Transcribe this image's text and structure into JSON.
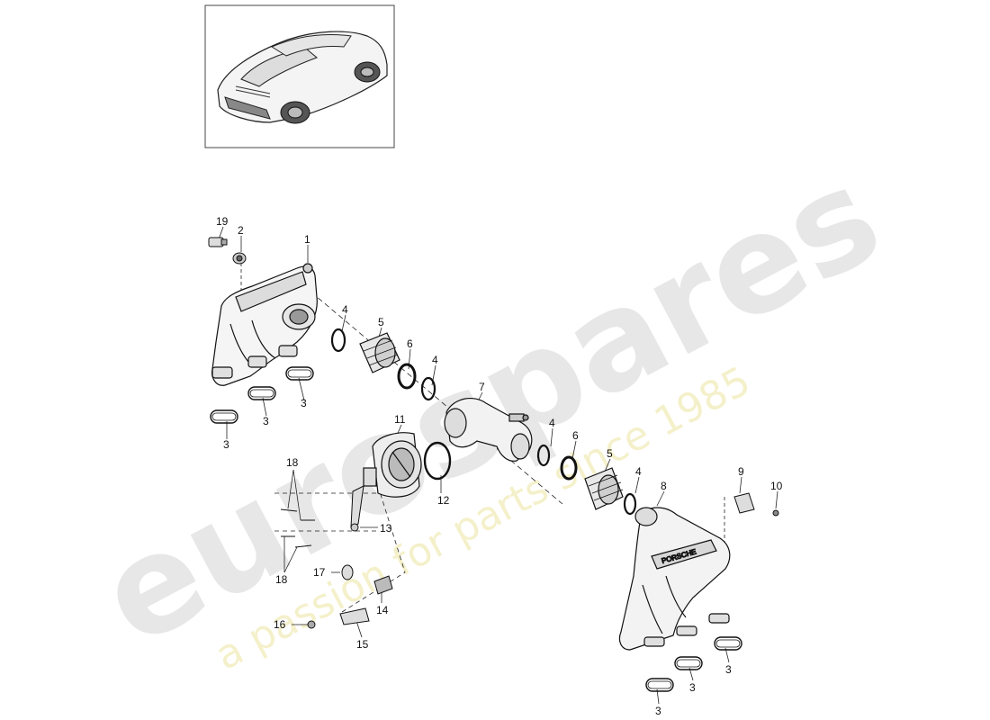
{
  "watermark": {
    "brand": "eurospares",
    "tagline": "a passion for parts since 1985",
    "brand_color": "#d8d8d8",
    "tagline_color": "#efeaa6"
  },
  "thumbnail": {
    "icon": "car-thumbnail-icon"
  },
  "callouts": {
    "c1": "1",
    "c2": "2",
    "c3a": "3",
    "c3b": "3",
    "c3c": "3",
    "c3d": "3",
    "c3e": "3",
    "c3f": "3",
    "c4a": "4",
    "c4b": "4",
    "c4c": "4",
    "c4d": "4",
    "c5a": "5",
    "c5b": "5",
    "c6a": "6",
    "c6b": "6",
    "c7": "7",
    "c8": "8",
    "c9": "9",
    "c10": "10",
    "c11": "11",
    "c12": "12",
    "c13": "13",
    "c14": "14",
    "c15": "15",
    "c16": "16",
    "c17": "17",
    "c18a": "18",
    "c18b": "18",
    "c19": "19"
  },
  "parts": [
    "left-intake-manifold",
    "right-intake-manifold",
    "throttle-body",
    "connecting-pipe",
    "resonance-flap",
    "gasket",
    "o-ring",
    "sensor",
    "bracket"
  ]
}
